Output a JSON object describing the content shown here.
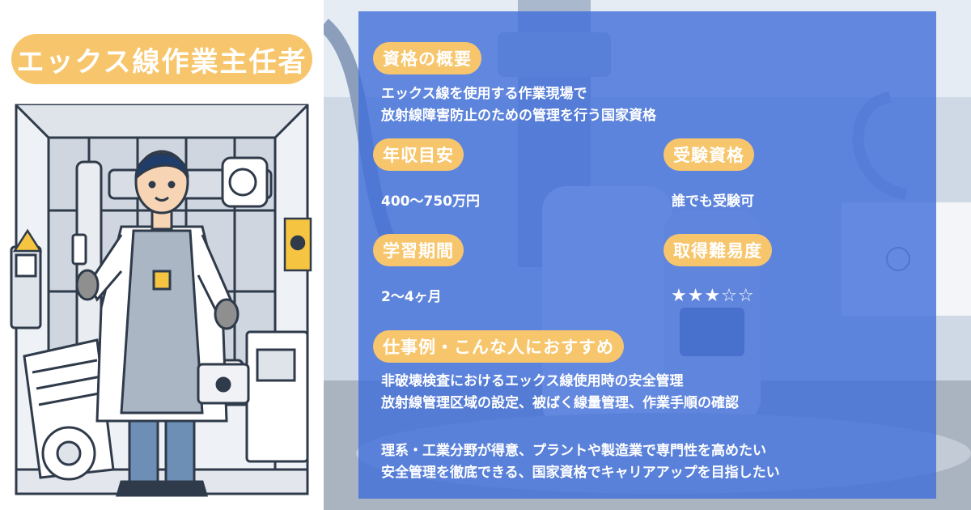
{
  "title": "エックス線作業主任者",
  "sections": {
    "overview": {
      "label": "資格の概要",
      "lines": [
        "エックス線を使用する作業現場で",
        "放射線障害防止のための管理を行う国家資格"
      ]
    },
    "income": {
      "label": "年収目安",
      "value": "400～750万円"
    },
    "eligibility": {
      "label": "受験資格",
      "value": "誰でも受験可"
    },
    "study_period": {
      "label": "学習期間",
      "value": "2～4ヶ月"
    },
    "difficulty": {
      "label": "取得難易度",
      "stars_filled": 3,
      "stars_total": 5,
      "stars_text": "★★★☆☆"
    },
    "jobs": {
      "label": "仕事例・こんな人におすすめ",
      "lines": [
        "非破壊検査におけるエックス線使用時の安全管理",
        "放射線管理区域の設定、被ばく線量管理、作業手順の確認",
        "理系・工業分野が得意、プラントや製造業で専門性を高めたい",
        "安全管理を徹底できる、国家資格でキャリアアップを目指したい"
      ]
    }
  },
  "colors": {
    "accent": "#f7c66c",
    "overlay": "#406eda",
    "text": "#ffffff"
  }
}
